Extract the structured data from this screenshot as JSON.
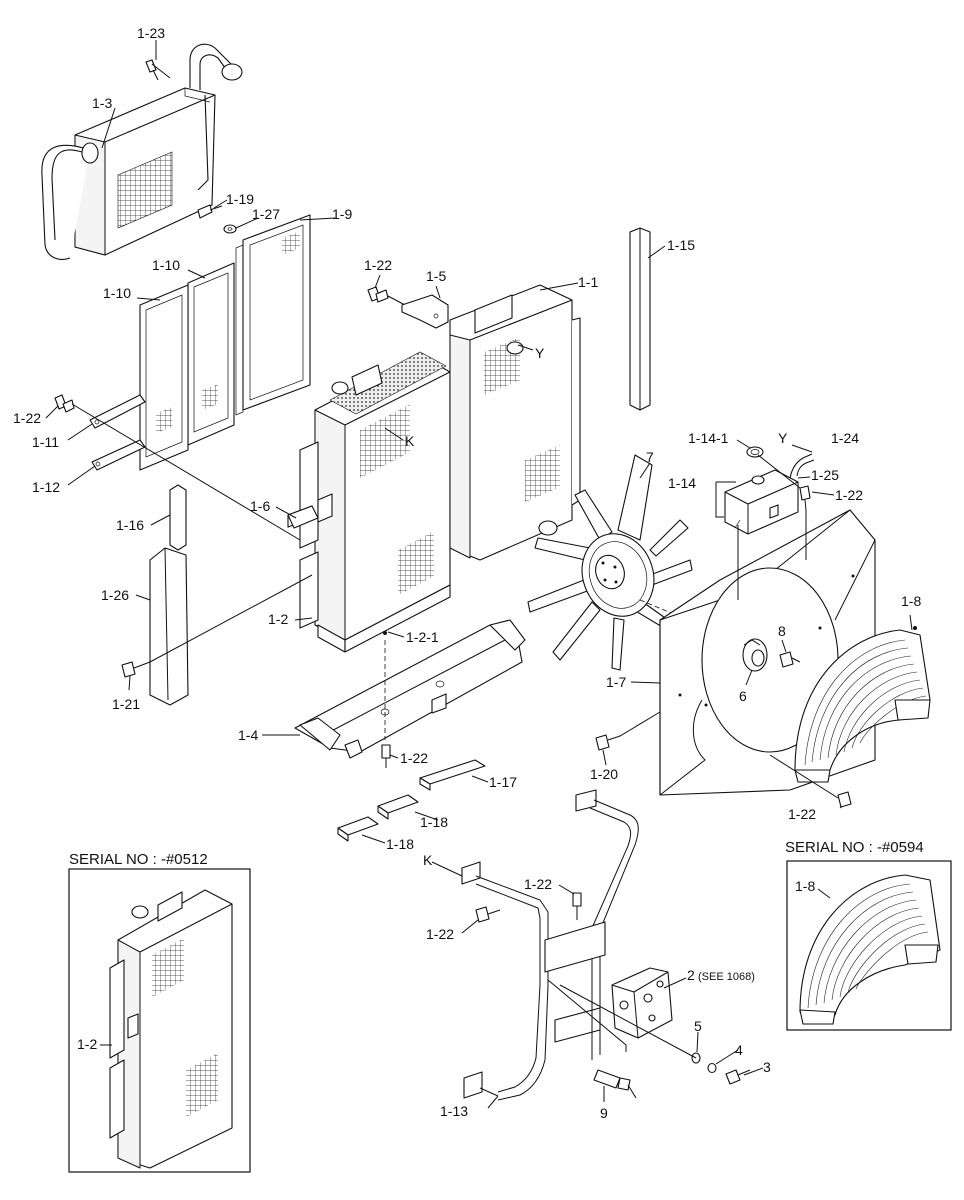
{
  "labels": {
    "l_1_23": "1-23",
    "l_1_3": "1-3",
    "l_1_19": "1-19",
    "l_1_27": "1-27",
    "l_1_9": "1-9",
    "l_1_10a": "1-10",
    "l_1_10b": "1-10",
    "l_1_22a": "1-22",
    "l_1_5": "1-5",
    "l_1_1": "1-1",
    "l_y1": "Y",
    "l_1_15": "1-15",
    "l_1_22b": "1-22",
    "l_1_11": "1-11",
    "l_k1": "K",
    "l_1_12": "1-12",
    "l_1_14_1": "1-14-1",
    "l_y2": "Y",
    "l_1_24": "1-24",
    "l_7": "7",
    "l_1_25": "1-25",
    "l_1_14": "1-14",
    "l_1_22c": "1-22",
    "l_1_6": "1-6",
    "l_1_16": "1-16",
    "l_1_26": "1-26",
    "l_1_8a": "1-8",
    "l_1_2a": "1-2",
    "l_1_2_1": "1-2-1",
    "l_8": "8",
    "l_6": "6",
    "l_1_7": "1-7",
    "l_1_21": "1-21",
    "l_1_4": "1-4",
    "l_1_22d": "1-22",
    "l_1_20": "1-20",
    "l_1_17": "1-17",
    "l_1_22e": "1-22",
    "l_1_18a": "1-18",
    "l_1_18b": "1-18",
    "l_k2": "K",
    "l_1_22f": "1-22",
    "l_1_22g": "1-22",
    "l_2": "2",
    "l_see": "(SEE 1068)",
    "l_5": "5",
    "l_4": "4",
    "l_3": "3",
    "l_9": "9",
    "l_1_13": "1-13",
    "l_1_8b": "1-8",
    "l_1_2b": "1-2"
  },
  "serial_left": "SERIAL NO : -#0512",
  "serial_right": "SERIAL NO : -#0594"
}
